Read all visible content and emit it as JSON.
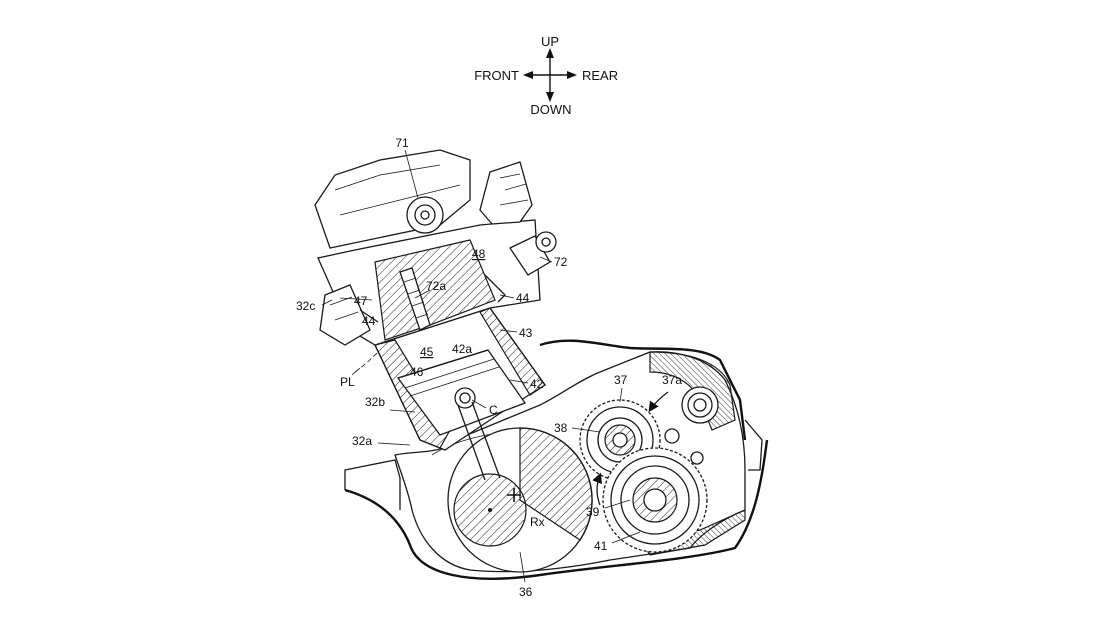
{
  "compass": {
    "up": "UP",
    "down": "DOWN",
    "front": "FRONT",
    "rear": "REAR"
  },
  "labels": {
    "l71": "71",
    "l72": "72",
    "l72a": "72a",
    "l48": "48",
    "l44_top": "44",
    "l44_left": "44",
    "l47": "47",
    "l32c": "32c",
    "l43": "43",
    "l45": "45",
    "l42a": "42a",
    "l46": "46",
    "l42": "42",
    "lPL": "PL",
    "l32b": "32b",
    "lC": "C",
    "l32a": "32a",
    "l37": "37",
    "l37a": "37a",
    "l38": "38",
    "l39": "39",
    "l41": "41",
    "lRx": "Rx",
    "l36": "36"
  }
}
